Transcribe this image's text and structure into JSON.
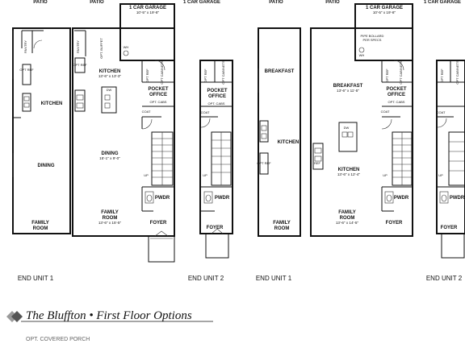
{
  "title": "The Bluffton • First Floor Options",
  "option_caption": "OPT. COVERED PORCH",
  "unit_labels": {
    "end_unit_1": "END UNIT 1",
    "end_unit_2": "END UNIT 2"
  },
  "rooms": {
    "patio": "PATIO",
    "garage": "1 CAR GARAGE",
    "garage_dim": "10'-5\" x 19'-8\"",
    "kitchen": "KITCHEN",
    "kitchen_dim_a": "13'-6\" x 13'-3\"",
    "kitchen_dim_b": "13'-6\" x 12'-4\"",
    "dining": "DINING",
    "dining_dim": "15'-1\" x 9'-0\"",
    "family_room_1": "FAMILY",
    "family_room_2": "ROOM",
    "family_dim_a": "13'-6\" x 15'-5\"",
    "family_dim_b": "13'-6\" x 14'-5\"",
    "foyer": "FOYER",
    "pocket_office_1": "POCKET",
    "pocket_office_2": "OFFICE",
    "breakfast": "BREAKFAST",
    "breakfast_dim": "13'-6\" x 11'-5\"",
    "pwdr": "PWDR",
    "coat": "COAT",
    "pantry": "PANTRY",
    "dw": "DW",
    "ref": "REF",
    "opt_ref": "OPT REF",
    "opt_cabs": "OPT. CABS",
    "opt_buffet": "OPT. BUFFET",
    "opt_cabinets": "OPT CABINETS",
    "up": "UP",
    "wh": "WH",
    "pipe_bollard": "PIPE BOLLARD",
    "per_specs": "PER SPECS"
  }
}
